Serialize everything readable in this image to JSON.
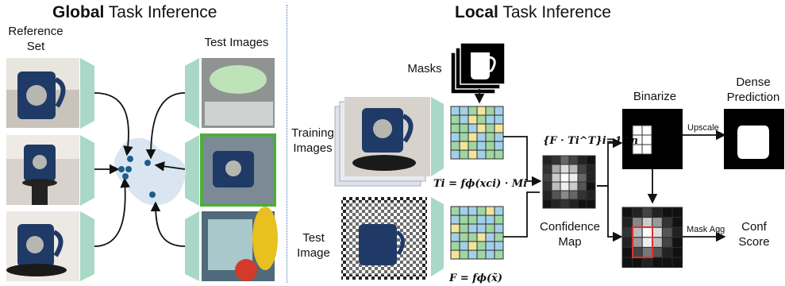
{
  "global": {
    "title_bold": "Global",
    "title_rest": " Task Inference",
    "reference_label_1": "Reference",
    "reference_label_2": "Set",
    "test_images_label": "Test Images"
  },
  "local": {
    "title_bold": "Local",
    "title_rest": " Task Inference",
    "masks_label": "Masks",
    "training_label_1": "Training",
    "training_label_2": "Images",
    "test_label_1": "Test",
    "test_label_2": "Image",
    "confidence_label_1": "Confidence",
    "confidence_label_2": "Map",
    "binarize_label": "Binarize",
    "dense_label_1": "Dense",
    "dense_label_2": "Prediction",
    "conf_score_label_1": "Conf",
    "conf_score_label_2": "Score",
    "upscale_label": "Upscale",
    "mask_agg_label": "Mask Agg",
    "eq_set": "{F · Ti^T}i=1^n",
    "eq_T": "Ti = fϕ(xci) · Mi",
    "eq_F": "F = fϕ(x̃)"
  },
  "colors": {
    "teal": "#a9d8c7",
    "blob": "#d9e6f2",
    "dot": "#1f5e8c",
    "green_frame": "#4caf3a",
    "red_box": "#e03030",
    "grid_blue": "#a3d0e8",
    "grid_green": "#9fd6a3",
    "grid_yellow": "#f2e59a"
  }
}
